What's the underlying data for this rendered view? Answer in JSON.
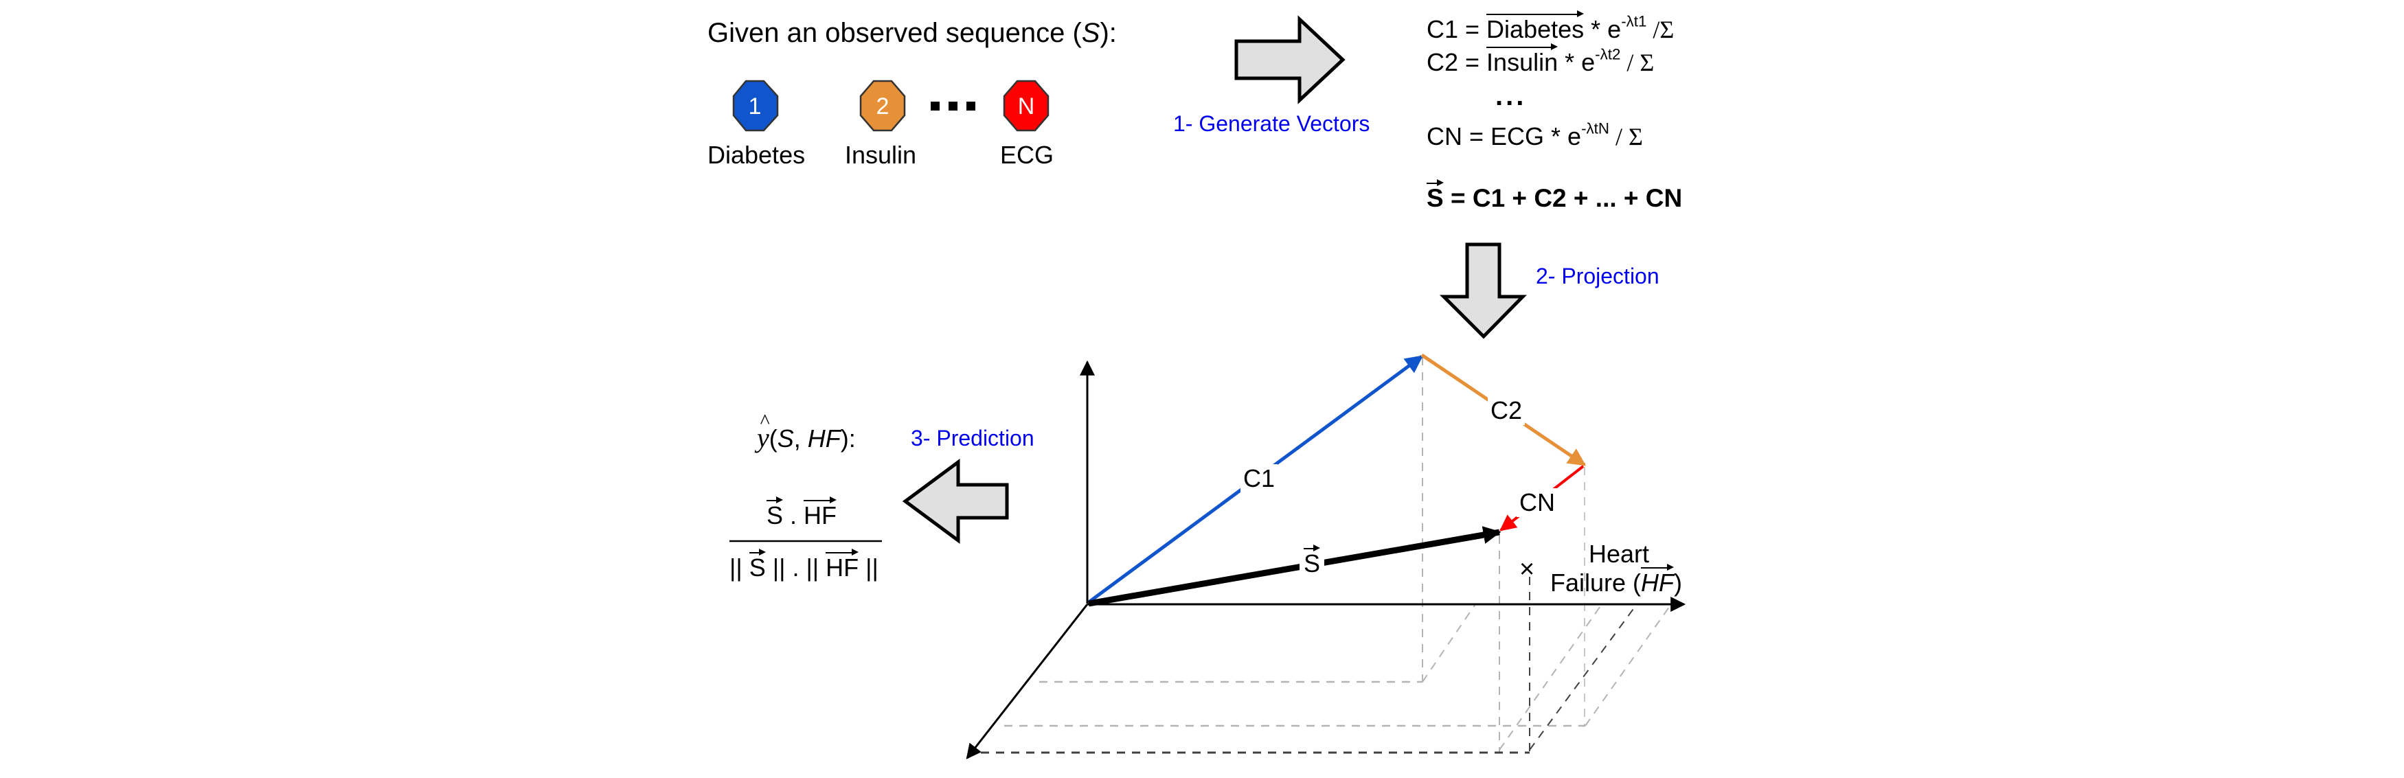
{
  "intro": {
    "title_prefix": "Given an observed sequence (",
    "title_var": "S",
    "title_suffix": "):",
    "events": [
      {
        "index": "1",
        "label": "Diabetes",
        "color": "#1155cc"
      },
      {
        "index": "2",
        "label": "Insulin",
        "color": "#e69138"
      },
      {
        "index": "N",
        "label": "ECG",
        "color": "#ff0000"
      }
    ],
    "ellipsis": "..."
  },
  "steps": {
    "step1": "1- Generate Vectors",
    "step2": "2- Projection",
    "step3": "3- Prediction"
  },
  "equations": {
    "c1": {
      "lhs": "C1 = ",
      "vec": "Diabetes",
      "mid": " * e",
      "exp": "-λt1",
      "tail": " /Σ"
    },
    "c2": {
      "lhs": "C2 = ",
      "vec": "Insulin",
      "mid": " * e",
      "exp": "-λt2",
      "tail": "  / Σ"
    },
    "dots": "...",
    "cn": {
      "lhs": "CN = ECG * e",
      "exp": "-λtN",
      "tail": "  / Σ"
    },
    "sum": {
      "vec": "S",
      "rhs": " = C1 + C2 + ... + CN"
    }
  },
  "prediction": {
    "yhat": "y",
    "args_open": "(",
    "arg1": "S",
    "comma": ", ",
    "arg2": "HF",
    "args_close": "):",
    "numerator": {
      "s": "S",
      "dot": " . ",
      "hf": "HF"
    },
    "denominator": {
      "open": "|| ",
      "s": "S",
      "mid": " || . || ",
      "hf": "HF",
      "close": " ||"
    }
  },
  "plot": {
    "vectors": [
      {
        "name": "C1",
        "color": "#1155cc"
      },
      {
        "name": "C2",
        "color": "#e69138"
      },
      {
        "name": "CN",
        "color": "#ff0000"
      },
      {
        "name": "S",
        "color": "#000000"
      }
    ],
    "axis_label_line1": "Heart",
    "axis_label_line2_prefix": "Failure (",
    "axis_label_vec": "HF",
    "axis_label_line2_suffix": ")",
    "point_marker": "×"
  },
  "colors": {
    "arrow_fill": "#e0e0e0",
    "step_text": "#0000ee",
    "guide_light": "#b4b4b4",
    "guide_dark": "#404040"
  }
}
